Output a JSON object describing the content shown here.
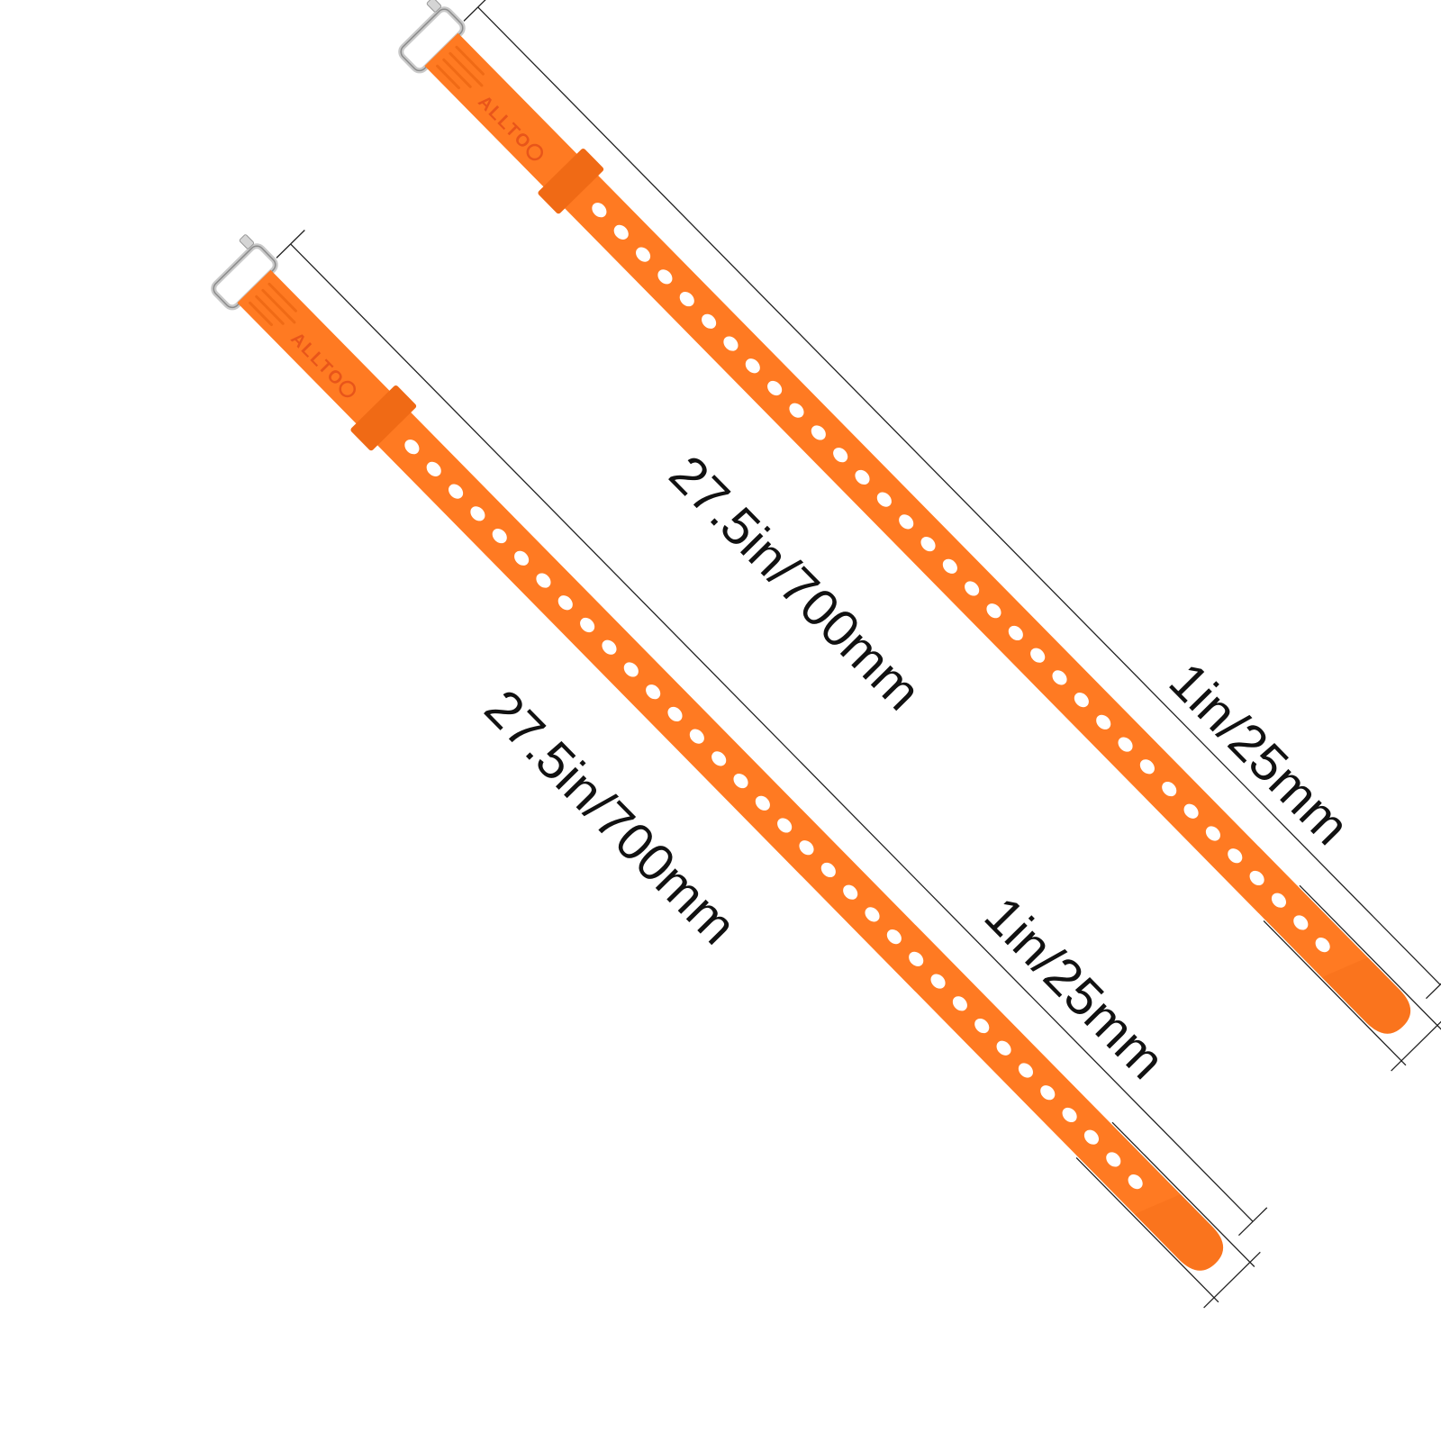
{
  "product": {
    "brand": "ALLTO",
    "strap_color": "#ff7a22",
    "strap_shade_color": "#f06a15",
    "logo_color": "#e8551a",
    "hole_color": "#ffffff",
    "buckle_color": "#c9c9c9"
  },
  "straps": [
    {
      "length_label": "27.5in/700mm",
      "width_label": "1in/25mm",
      "hole_count": 34,
      "brand_icon": "bike-icon"
    },
    {
      "length_label": "27.5in/700mm",
      "width_label": "1in/25mm",
      "hole_count": 34,
      "brand_icon": "bike-icon"
    }
  ]
}
